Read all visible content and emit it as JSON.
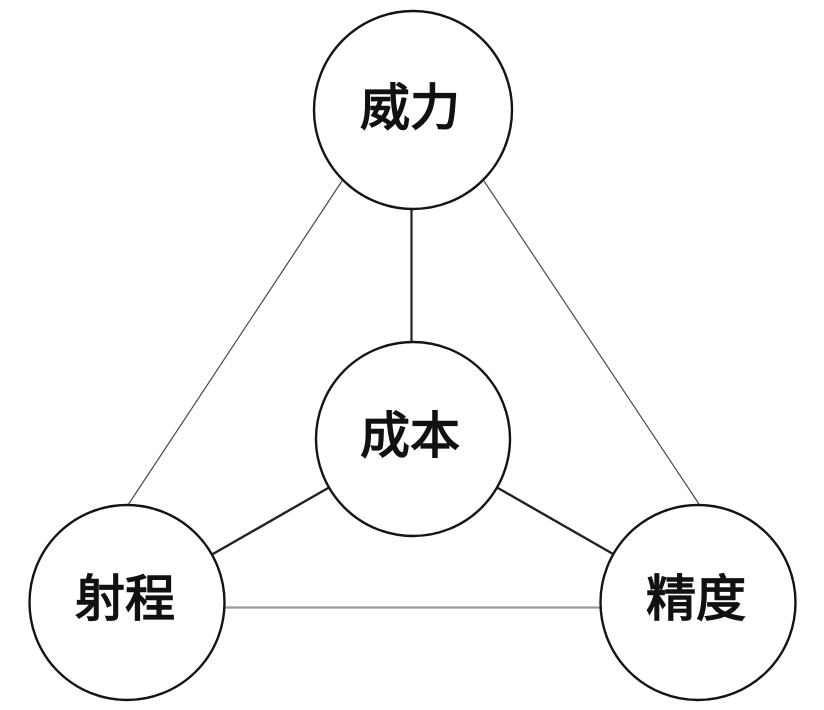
{
  "diagram": {
    "nodes": [
      {
        "id": "power",
        "label": "威力",
        "position": "top"
      },
      {
        "id": "cost",
        "label": "成本",
        "position": "center"
      },
      {
        "id": "range",
        "label": "射程",
        "position": "bottom-left"
      },
      {
        "id": "accuracy",
        "label": "精度",
        "position": "bottom-right"
      }
    ],
    "edges": [
      {
        "from": "power",
        "to": "range",
        "style": "thin-outer"
      },
      {
        "from": "power",
        "to": "accuracy",
        "style": "thin-outer"
      },
      {
        "from": "range",
        "to": "accuracy",
        "style": "light-bottom"
      },
      {
        "from": "power",
        "to": "cost",
        "style": "dark-connector"
      },
      {
        "from": "cost",
        "to": "range",
        "style": "dark-connector"
      },
      {
        "from": "cost",
        "to": "accuracy",
        "style": "dark-connector"
      }
    ]
  },
  "colors": {
    "background": "#ffffff",
    "circle_fill": "#ffffff",
    "circle_stroke": "#141414",
    "label_text": "#111111",
    "connector_dark": "#222222",
    "outer_line": "#4a4a4a",
    "bottom_line": "#9b9b9b"
  }
}
